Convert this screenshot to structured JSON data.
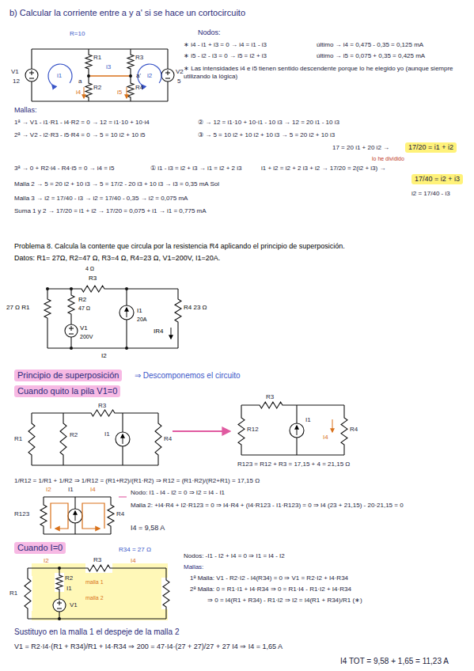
{
  "diagram": {
    "nodes": [
      {
        "text": [
          "Principio de superposición"
        ]
      },
      {
        "text": [
          "Cuando quito la pila V1=0"
        ]
      },
      {
        "text": [
          "Cuando I=0"
        ]
      },
      {
        "text": [
          "17/20 = i1 + i2"
        ]
      },
      {
        "text": [
          "17/40 = i2 + i3"
        ]
      }
    ],
    "labels": [
      "b) Calcular la corriente entre a y a' si se hace un cortocircuito",
      "R=10",
      "R1",
      "R2",
      "R3",
      "R4",
      "V1",
      "12",
      "V2",
      "5",
      "i1",
      "i3",
      "i2",
      "a",
      "a'",
      "i4",
      "i5",
      "Nodos:",
      "∗ i4 - i1 + i3 = 0 → i4 = i1 - i3",
      "último → i4 = 0,475 - 0,35 = 0,125 mA",
      "∗ i5 - i2 - i3 = 0 → i5 = i2 + i3",
      "último → i5 = 0,075 + 0,35 = 0,425 mA",
      "∗ Las intensidades i4 e i5 tienen sentido descendente porque lo he elegido yo (aunque siempre utilizando la lógica)",
      "Mallas:",
      "1ª → V1 - i1·R1 - i4·R2 = 0 → 12 = i1·10 + 10·i4",
      "② → 12 = i1·10 + 10·i1 - 10 i3 → 12 = 20 i1 - 10 i3",
      "2ª → V2 - i2·R3 - i5·R4 = 0 → 5 = 10 i2 + 10 i5",
      "③ → 5 = 10 i2 + 10 i2 + 10 i3 → 5 = 20 i2 + 10 i3",
      "17 = 20 i1 + 20 i2 →",
      "lo he dividido",
      "3ª → 0 + R2·i4 - R4·i5 = 0 → i4 = i5",
      "① i1 - i3 = i2 + i3 → i1 = i2 + 2 i3",
      "i1 + i2 = i2 + 2 i3 + i2 → 17/20 = 2(i2 + i3) →",
      "Malla 2 → 5 = 20 i2 + 10 i3 → 5 = 17/2 - 20 i3 + 10 i3 → i3 = 0,35 mA Sol",
      "i2 = 17/40 - i3",
      "Malla 3 → i2 = 17/40 - i3 → i2 = 17/40 - 0,35 → i2 = 0,075 mA",
      "Suma 1 y 2 → 17/20 = i1 + i2 → 17/20 = 0,075 + i1 → i1 = 0,775 mA",
      "Problema 8. Calcula la contente que circula por la resistencia R4 aplicando el principio de superposición.",
      "Datos: R1= 27Ω, R2=47 Ω, R3=4 Ω, R4=23 Ω, V1=200V, I1=20A.",
      "4 Ω",
      "R3",
      "27 Ω R1",
      "R2",
      "47 Ω",
      "V1",
      "200V",
      "I1",
      "20A",
      "R4 23 Ω",
      "IR4",
      "I2",
      "⇒ Descomponemos el circuito",
      "R3",
      "R1",
      "R2",
      "I1",
      "R4",
      "R3",
      "R12",
      "I1",
      "I4",
      "R4",
      "1/R12 = 1/R1 + 1/R2 ⇒ 1/R12 = (R1+R2)/(R1·R2) ⇒ R12 = (R1·R2)/(R2+R1) = 17,15 Ω",
      "R123 = R12 + R3 = 17,15 + 4 = 21,15 Ω",
      "R123",
      "I2",
      "I1",
      "I4",
      "R4",
      "Nodo: I1 - I4 - I2 = 0 ⇒ I2 = I4 - I1",
      "Malla 2: +I4·R4 + I2·R123 = 0 ⇒ I4·R4 + (I4·R123 - I1·R123) = 0 ⇒ I4 (23 + 21,15) - 20·21,15 = 0",
      "I4 = 9,58 A",
      "R34 = 27 Ω",
      "I2",
      "R3",
      "I4",
      "R1",
      "R2",
      "I1",
      "V1",
      "malla 1",
      "malla 2",
      "Nodos: -I1 - I2 + I4 = 0 ⇒ I1 = I4 - I2",
      "Mallas:",
      "1ª Malla: V1 - R2·I2 - I4(R34) = 0 ⇒ V1 = R2·I2 + I4·R34",
      "2ª Malla: 0 = R1·I1 + I4·R34 ⇒ 0 = R1·I4 - R1·I2 + I4·R34",
      "⇒ 0 = I4(R1 + R34) - R1·I2 ⇒ I2 = I4(R1 + R34)/R1 (∗)",
      "Sustituyo en la malla 1 el despeje de la malla 2",
      "V1 = R2·I4·(R1 + R34)/R1 + I4·R34 ⇒ 200 = 47·I4·(27 + 27)/27 + 27 I4 ⇒ I4 = 1,65 A",
      "I4 TOT = 9,58 + 1,65 = 11,23 A"
    ]
  }
}
